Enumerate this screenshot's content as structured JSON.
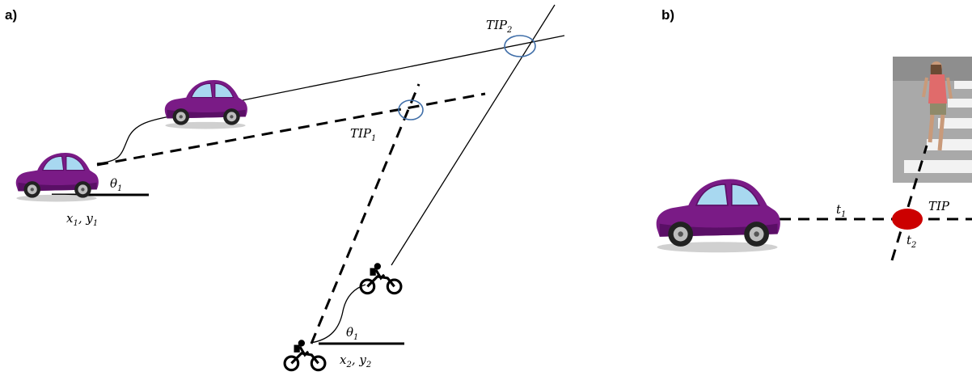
{
  "panels": {
    "a": {
      "label": "a)"
    },
    "b": {
      "label": "b)"
    }
  },
  "labels_a": {
    "tip2": {
      "base": "TIP",
      "sub": "2"
    },
    "tip1": {
      "base": "TIP",
      "sub": "1"
    },
    "theta_car": {
      "base": "θ",
      "sub": "1"
    },
    "theta_bike": {
      "base": "θ",
      "sub": "1"
    },
    "car_coords": {
      "x": "x",
      "xs": "1",
      "y": "y",
      "ys": "1"
    },
    "bike_coords": {
      "x": "x",
      "xs": "2",
      "y": "y",
      "ys": "2"
    }
  },
  "labels_b": {
    "t1": {
      "base": "t",
      "sub": "1"
    },
    "t2": {
      "base": "t",
      "sub": "2"
    },
    "tip": {
      "base": "TIP"
    }
  },
  "colors": {
    "car_body": "#7a1b86",
    "car_shade": "#5a0f66",
    "window": "#a8d8f0",
    "tip_ring": "#3f6ea8",
    "tip_dot": "#cc0000",
    "photo_bg": "#a9a9a9"
  },
  "icons": [
    "car-icon",
    "motorcycle-icon",
    "pedestrian-photo"
  ]
}
